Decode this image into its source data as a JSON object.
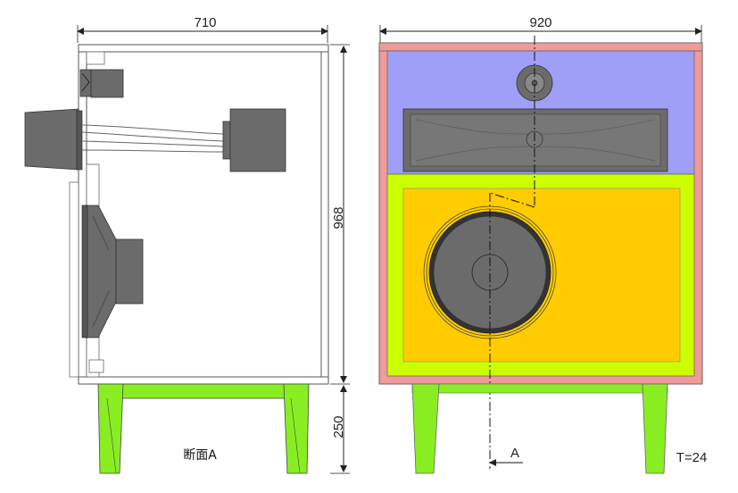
{
  "side_view": {
    "width_dimension": "710",
    "height_dimension": "968",
    "stand_height_dimension": "250",
    "section_label": "断面A"
  },
  "front_view": {
    "width_dimension": "920",
    "section_marker": "A",
    "thickness_note": "T=24"
  },
  "colors": {
    "cabinet_outline": "#f19a9a",
    "upper_chamber": "#9f9ff7",
    "lower_chamber": "#ffcc00",
    "lower_frame": "#ccff00",
    "stand_legs": "#88ee22",
    "driver_gray": "#6b6b6b",
    "horn_gray": "#777777"
  },
  "icons": [
    "horn-driver-icon",
    "tweeter-icon",
    "woofer-icon",
    "section-line-icon"
  ]
}
